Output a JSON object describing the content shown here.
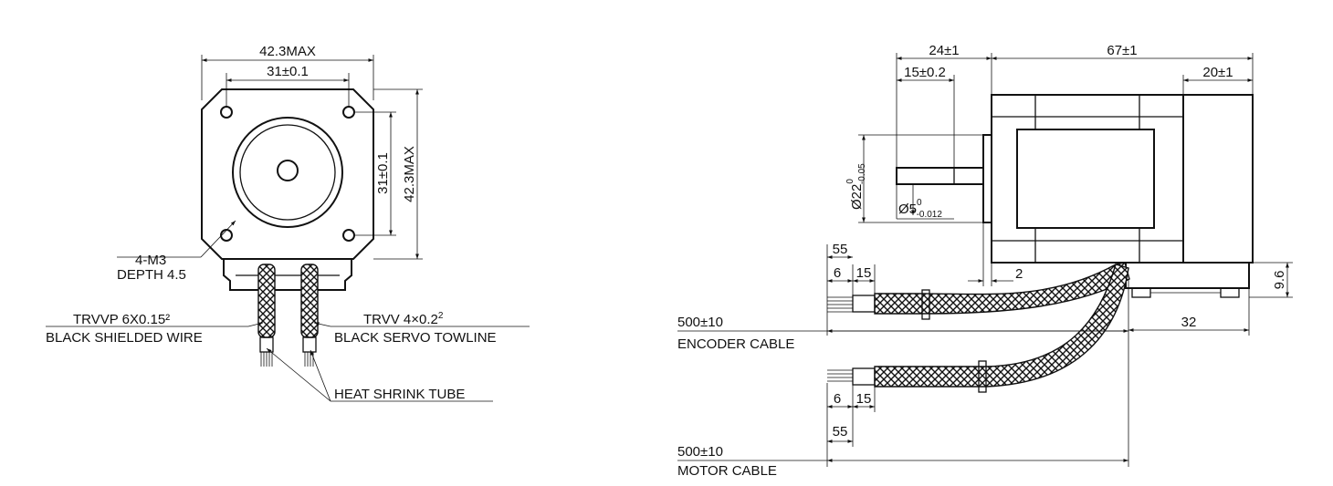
{
  "front_view": {
    "width_max": "42.3MAX",
    "hole_spacing_h": "31±0.1",
    "hole_spacing_v": "31±0.1",
    "height_max": "42.3MAX",
    "thread_size": "4-M3",
    "thread_depth": "DEPTH 4.5",
    "encoder_wire_spec": "TRVVP  6X0.15²",
    "encoder_wire_desc": "BLACK SHIELDED WIRE",
    "motor_wire_spec": "TRVV  4×0.2",
    "motor_wire_sup": "2",
    "motor_wire_desc": "BLACK SERVO TOWLINE",
    "shrink_tube": "HEAT SHRINK TUBE"
  },
  "side_view": {
    "shaft_length": "24±1",
    "body_length": "67±1",
    "flat_length": "15±0.2",
    "rear_length": "20±1",
    "pilot_dia_base": "Ø22",
    "pilot_dia_upper": "0",
    "pilot_dia_lower": "-0.05",
    "shaft_dia_base": "Ø5",
    "shaft_dia_upper": "0",
    "shaft_dia_lower": "-0.012",
    "flange_gap": "2",
    "box_height": "9.6",
    "box_length": "32",
    "enc_strip_total": "55",
    "enc_strip_a": "6",
    "enc_strip_b": "15",
    "enc_cable_length": "500±10",
    "enc_cable_label": "ENCODER CABLE",
    "mot_strip_a": "6",
    "mot_strip_b": "15",
    "mot_strip_total": "55",
    "mot_cable_length": "500±10",
    "mot_cable_label": "MOTOR CABLE"
  }
}
